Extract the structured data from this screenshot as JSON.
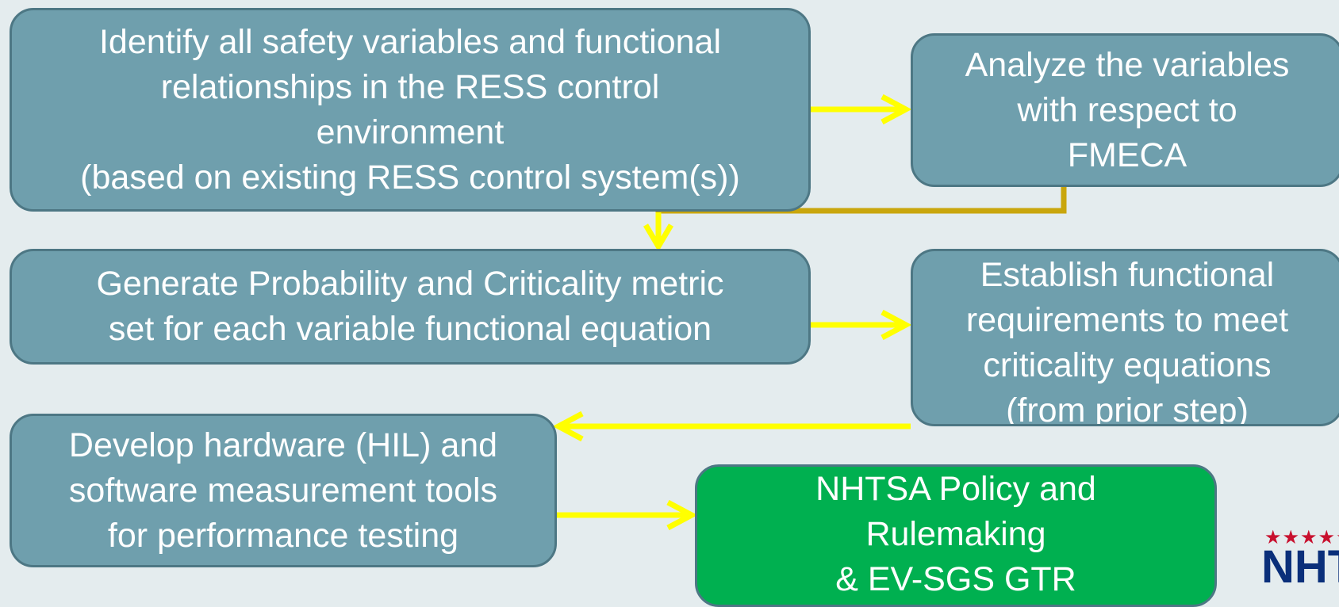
{
  "boxes": {
    "identify": "Identify all safety variables  and functional\nrelationships in the RESS control\nenvironment\n(based on existing RESS control system(s))",
    "analyze": "Analyze the variables\nwith respect to\nFMECA",
    "generate": "Generate Probability and Criticality metric\nset for each variable functional equation",
    "establish": "Establish functional\nrequirements to meet\ncriticality equations\n(from prior step)",
    "develop": "Develop hardware (HIL) and\nsoftware measurement tools\nfor performance testing",
    "nhtsa": "NHTSA Policy and\nRulemaking\n& EV-SGS GTR"
  },
  "logo": {
    "stars": "★★★★★",
    "letters": "NHTSA"
  },
  "colors": {
    "box_fill": "#6f9fad",
    "box_border": "#4d7784",
    "final_box_fill": "#00b050",
    "arrow_yellow": "#ffff00",
    "connector_gold": "#c9a60c",
    "background": "#e4ecee"
  }
}
